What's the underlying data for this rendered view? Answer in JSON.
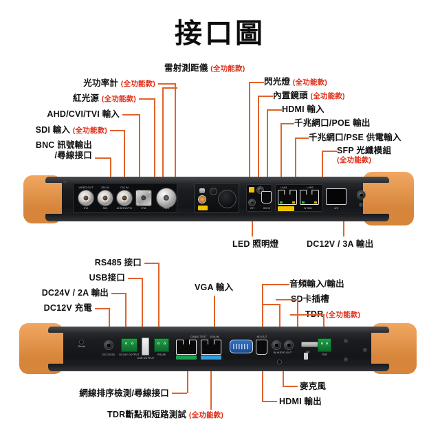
{
  "page": {
    "title": "接口圖",
    "accent_line_color": "#e2622a",
    "optional_tag_color": "#e02b16",
    "bumper_color": "#ee9440",
    "body_color": "#1b1c1f"
  },
  "optional_tag": "(全功能款)",
  "top_panel": {
    "labels_left": [
      {
        "id": "bnc-out",
        "text": "BNC 訊號輸出",
        "text2": "/尋線接口",
        "optional": false
      },
      {
        "id": "sdi-in",
        "text": "SDI 輸入",
        "optional": true
      },
      {
        "id": "ahd-cvi-tvi-in",
        "text": "AHD/CVI/TVI 輸入",
        "optional": false
      },
      {
        "id": "red-light-source",
        "text": "紅光源",
        "optional": true
      },
      {
        "id": "optical-power-meter",
        "text": "光功率計",
        "optional": true
      },
      {
        "id": "laser-rangefinder",
        "text": "雷射測距儀",
        "optional": true
      }
    ],
    "labels_right": [
      {
        "id": "flash-light",
        "text": "閃光燈",
        "optional": true
      },
      {
        "id": "built-in-camera",
        "text": "內置鏡頭",
        "optional": true
      },
      {
        "id": "hdmi-in",
        "text": "HDMI 輸入",
        "optional": false
      },
      {
        "id": "gigabit-poe-out",
        "text": "千兆網口/POE 輸出",
        "optional": false
      },
      {
        "id": "gigabit-pse-in",
        "text": "千兆網口/PSE 供電輸入",
        "optional": false
      },
      {
        "id": "sfp-module",
        "text": "SFP 光纖模組",
        "optional": true
      }
    ],
    "labels_below": [
      {
        "id": "led-lamp",
        "text": "LED 照明燈",
        "optional": false
      },
      {
        "id": "dc12v-3a-out",
        "text": "DC12V / 3A 輸出",
        "optional": false
      }
    ],
    "silkscreen": [
      "VIDEO OUT",
      "SDI IN",
      "CVI IN",
      "SMA",
      "RJ45",
      "CVI",
      "SDI",
      "AHD/CVI/TVI",
      "STA",
      "PMO",
      "OTI",
      "HD IN",
      "LAN1",
      "LAN2",
      "W 35U",
      "4/5"
    ]
  },
  "bottom_panel": {
    "labels_left": [
      {
        "id": "dc12v-charge",
        "text": "DC12V 充電",
        "optional": false
      },
      {
        "id": "dc24v-2a-out",
        "text": "DC24V / 2A 輸出",
        "optional": false
      },
      {
        "id": "usb-port",
        "text": "USB接口",
        "optional": false
      },
      {
        "id": "rs485-port",
        "text": "RS485 接口",
        "optional": false
      }
    ],
    "labels_center": [
      {
        "id": "vga-in",
        "text": "VGA 輸入",
        "optional": false
      }
    ],
    "labels_right": [
      {
        "id": "audio-in-out",
        "text": "音頻輸入/輸出",
        "optional": false
      },
      {
        "id": "sd-card-slot",
        "text": "SD卡插槽",
        "optional": false
      },
      {
        "id": "tdr",
        "text": "TDR",
        "optional": true
      }
    ],
    "labels_below": [
      {
        "id": "cable-order-test",
        "text": "網線排序檢測/尋線接口",
        "optional": false
      },
      {
        "id": "tdr-break-short-test",
        "text": "TDR斷點和短路測試",
        "optional": true
      },
      {
        "id": "hdmi-out",
        "text": "HDMI 輸出",
        "optional": false
      },
      {
        "id": "microphone",
        "text": "麥克風",
        "optional": false
      }
    ],
    "silkscreen": [
      "Reset",
      "DC12V/2A",
      "DC24V OUTPUT",
      "USB OUTPUT",
      "RS485",
      "CABLE TEST",
      "VGA IN",
      "HD OUT",
      "IN-AUDIO-OUT",
      "SD",
      "TDR",
      "CABLE TEST",
      "TEST"
    ]
  }
}
